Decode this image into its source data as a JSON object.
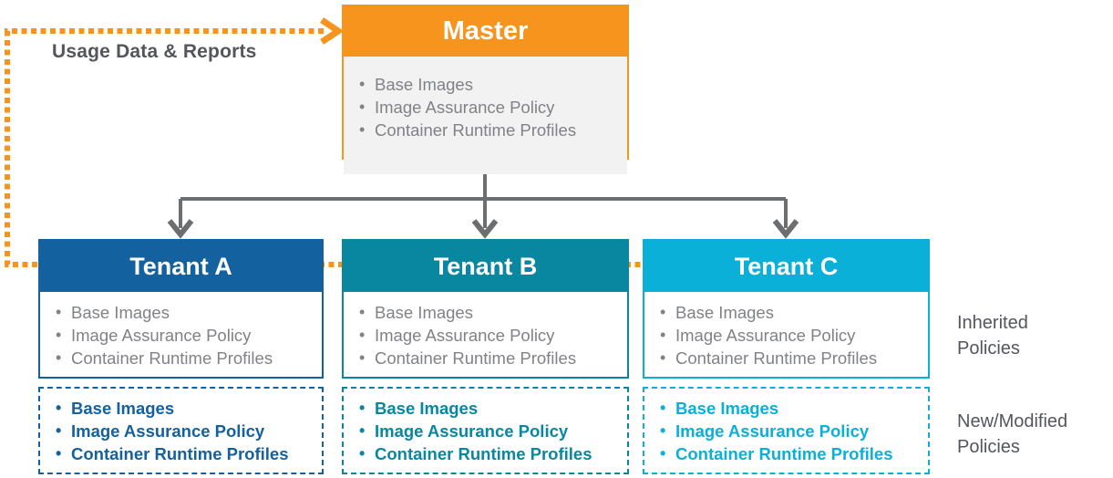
{
  "colors": {
    "orange": "#F7941E",
    "master_body_bg": "#F2F2F3",
    "connector_gray": "#6D6E70",
    "body_text_gray": "#808285",
    "label_gray": "#54565B",
    "tenant_a": "#13619E",
    "tenant_b": "#0987A0",
    "tenant_c": "#0BB0D8"
  },
  "usage_arrow": {
    "label": "Usage Data & Reports"
  },
  "master": {
    "title": "Master",
    "items": [
      "Base Images",
      "Image Assurance Policy",
      "Container Runtime Profiles"
    ]
  },
  "tenants": [
    {
      "title": "Tenant A",
      "inherited_items": [
        "Base Images",
        "Image Assurance Policy",
        "Container Runtime Profiles"
      ],
      "new_items": [
        "Base Images",
        "Image Assurance Policy",
        "Container Runtime Profiles"
      ]
    },
    {
      "title": "Tenant B",
      "inherited_items": [
        "Base Images",
        "Image Assurance Policy",
        "Container Runtime Profiles"
      ],
      "new_items": [
        "Base Images",
        "Image Assurance Policy",
        "Container Runtime Profiles"
      ]
    },
    {
      "title": "Tenant C",
      "inherited_items": [
        "Base Images",
        "Image Assurance Policy",
        "Container Runtime Profiles"
      ],
      "new_items": [
        "Base Images",
        "Image Assurance Policy",
        "Container Runtime Profiles"
      ]
    }
  ],
  "side_labels": {
    "inherited": "Inherited Policies",
    "new_modified": "New/Modified Policies"
  }
}
